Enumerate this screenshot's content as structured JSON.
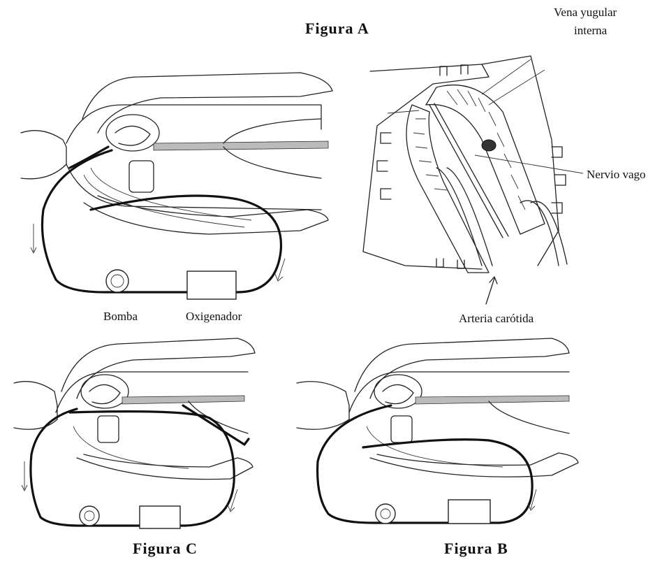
{
  "figures": {
    "a": {
      "title": "Figura A"
    },
    "b": {
      "title": "Figura B"
    },
    "c": {
      "title": "Figura C"
    }
  },
  "labels": {
    "vena_line1": "Vena yugular",
    "vena_line2": "interna",
    "nervio": "Nervio vago",
    "arteria": "Arteria carótida",
    "bomba": "Bomba",
    "oxigenador": "Oxigenador"
  }
}
